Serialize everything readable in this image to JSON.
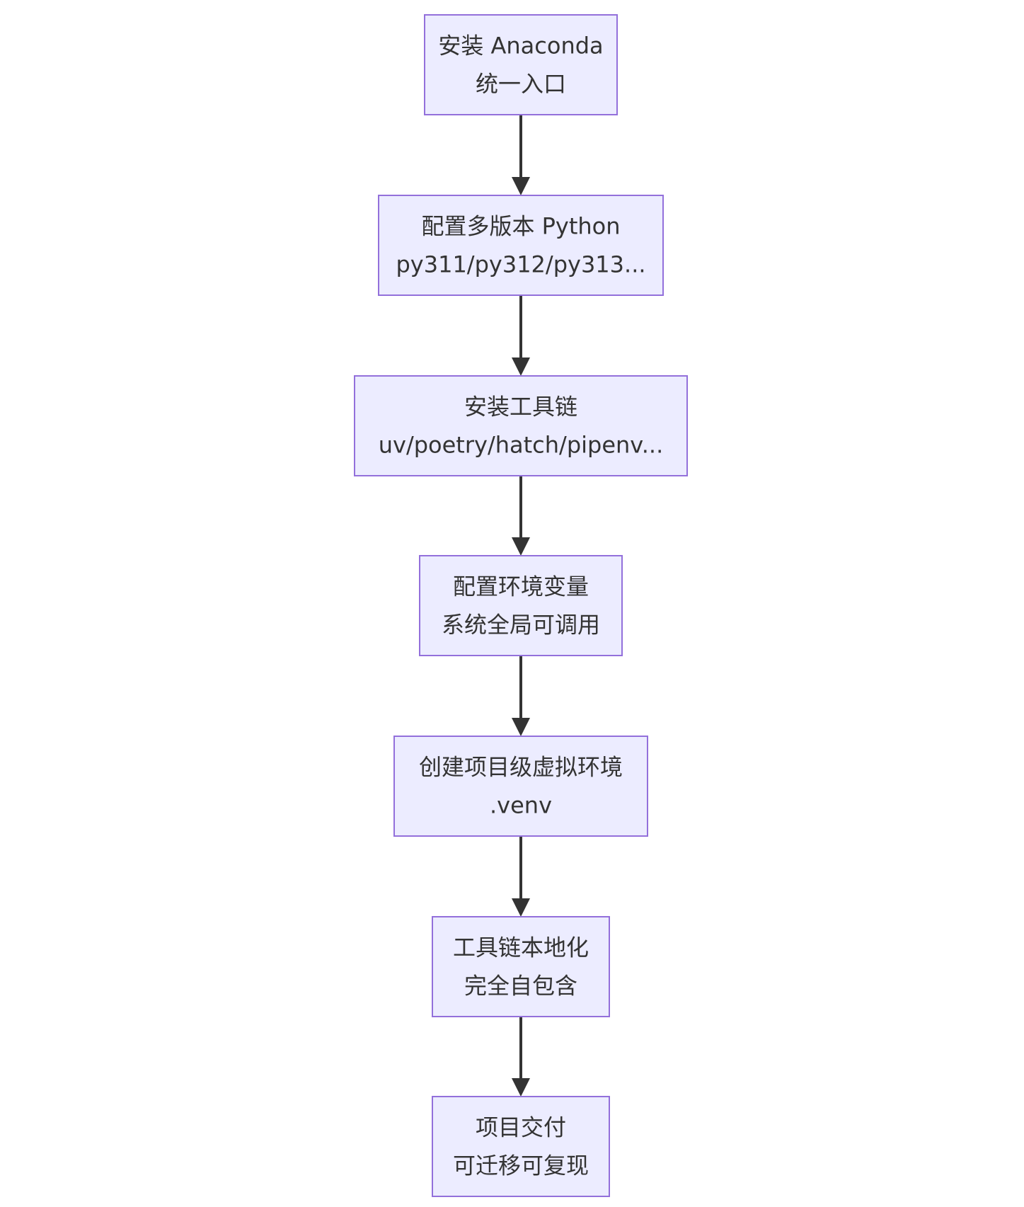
{
  "diagram": {
    "type": "flowchart",
    "direction": "top-down",
    "colors": {
      "node_fill": "#ececff",
      "node_border": "#9370db",
      "text": "#333333",
      "edge": "#333333",
      "background": "#ffffff"
    },
    "nodes": [
      {
        "id": "anaconda",
        "lines": [
          "安装 Anaconda",
          "统一入口"
        ]
      },
      {
        "id": "python",
        "lines": [
          "配置多版本 Python",
          "py311/py312/py313..."
        ]
      },
      {
        "id": "toolchain",
        "lines": [
          "安装工具链",
          "uv/poetry/hatch/pipenv..."
        ]
      },
      {
        "id": "env-vars",
        "lines": [
          "配置环境变量",
          "系统全局可调用"
        ]
      },
      {
        "id": "venv",
        "lines": [
          "创建项目级虚拟环境",
          ".venv"
        ]
      },
      {
        "id": "localize",
        "lines": [
          "工具链本地化",
          "完全自包含"
        ]
      },
      {
        "id": "deliver",
        "lines": [
          "项目交付",
          "可迁移可复现"
        ]
      }
    ],
    "edges": [
      {
        "from": "anaconda",
        "to": "python"
      },
      {
        "from": "python",
        "to": "toolchain"
      },
      {
        "from": "toolchain",
        "to": "env-vars"
      },
      {
        "from": "env-vars",
        "to": "venv"
      },
      {
        "from": "venv",
        "to": "localize"
      },
      {
        "from": "localize",
        "to": "deliver"
      }
    ]
  }
}
